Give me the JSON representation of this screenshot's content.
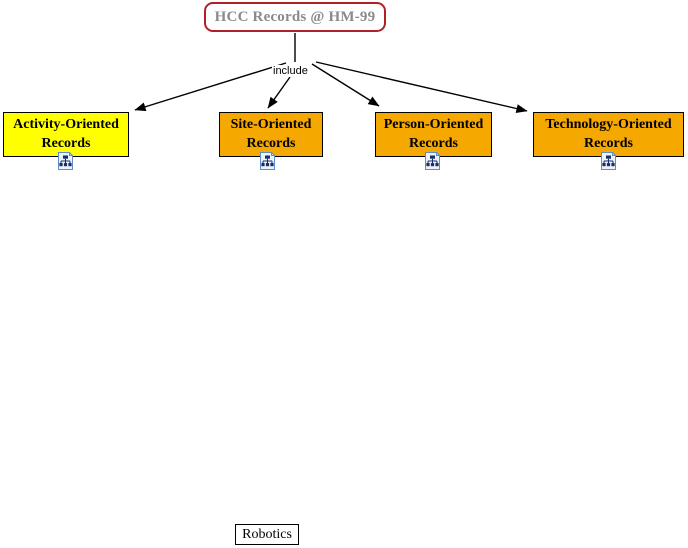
{
  "diagram": {
    "root": {
      "label": "HCC Records @ HM-99",
      "border_color": "#b02027",
      "text_color": "#8a8a8a",
      "fill": "#ffffff"
    },
    "edge_label": "include",
    "nodes": [
      {
        "label_line1": "Activity-Oriented",
        "label_line2": "Records",
        "fill": "#ffff00",
        "border_color": "#000000",
        "badge": "hierarchy-icon"
      },
      {
        "label_line1": "Site-Oriented",
        "label_line2": "Records",
        "fill": "#f5a800",
        "border_color": "#000000",
        "badge": "hierarchy-icon"
      },
      {
        "label_line1": "Person-Oriented",
        "label_line2": "Records",
        "fill": "#f5a800",
        "border_color": "#000000",
        "badge": "hierarchy-icon"
      },
      {
        "label_line1": "Technology-Oriented",
        "label_line2": "Records",
        "fill": "#f5a800",
        "border_color": "#000000",
        "badge": "hierarchy-icon"
      }
    ],
    "caption": {
      "label": "Robotics",
      "border_color": "#000000"
    }
  }
}
